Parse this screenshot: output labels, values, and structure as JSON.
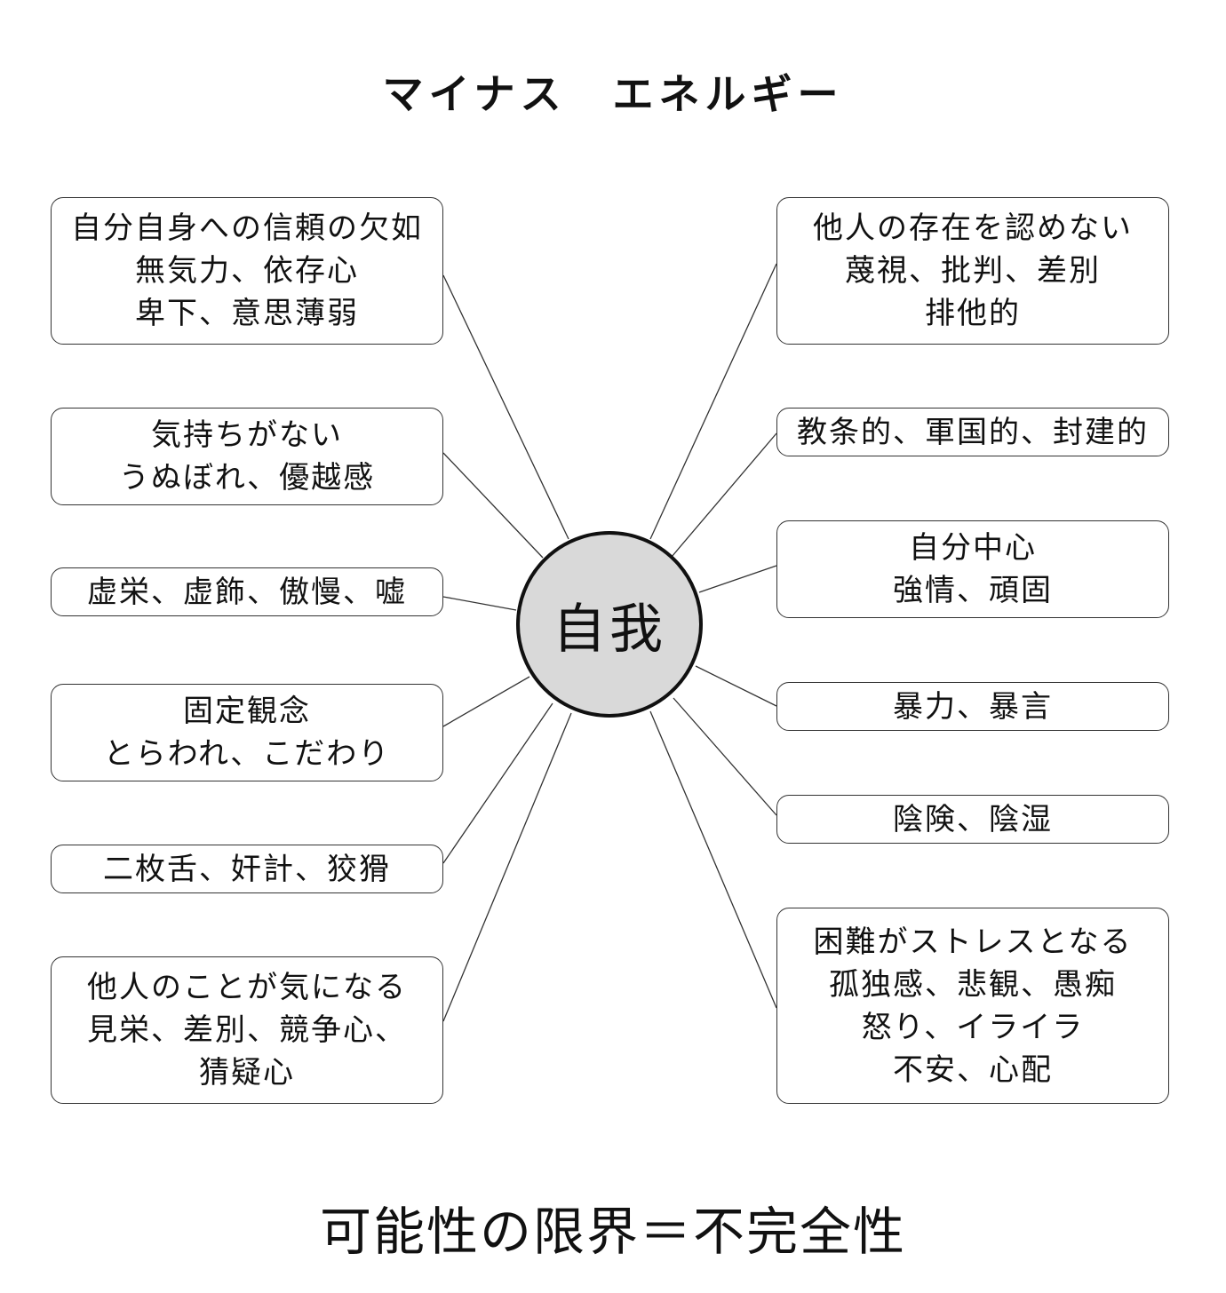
{
  "title": "マイナス　エネルギー",
  "center_label": "自我",
  "footer": "可能性の限界＝不完全性",
  "left_boxes": [
    {
      "lines": [
        "自分自身への信頼の欠如",
        "無気力、依存心",
        "卑下、意思薄弱"
      ]
    },
    {
      "lines": [
        "気持ちがない",
        "うぬぼれ、優越感"
      ]
    },
    {
      "lines": [
        "虚栄、虚飾、傲慢、嘘"
      ]
    },
    {
      "lines": [
        "固定観念",
        "とらわれ、こだわり"
      ]
    },
    {
      "lines": [
        "二枚舌、奸計、狡猾"
      ]
    },
    {
      "lines": [
        "他人のことが気になる",
        "見栄、差別、競争心、",
        "猜疑心"
      ]
    }
  ],
  "right_boxes": [
    {
      "lines": [
        "他人の存在を認めない",
        "蔑視、批判、差別",
        "排他的"
      ]
    },
    {
      "lines": [
        "教条的、軍国的、封建的"
      ]
    },
    {
      "lines": [
        "自分中心",
        "強情、頑固"
      ]
    },
    {
      "lines": [
        "暴力、暴言"
      ]
    },
    {
      "lines": [
        "陰険、陰湿"
      ]
    },
    {
      "lines": [
        "困難がストレスとなる",
        "孤独感、悲観、愚痴",
        "怒り、イライラ",
        "不安、心配"
      ]
    }
  ]
}
